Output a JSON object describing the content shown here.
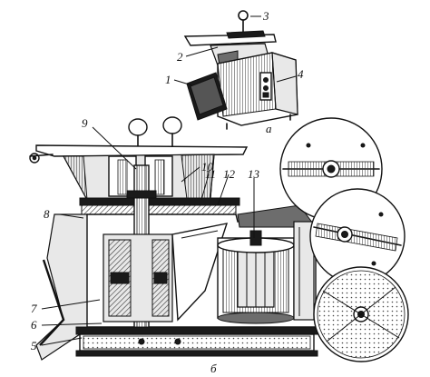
{
  "labels": {
    "n1": "1",
    "n2": "2",
    "n3": "3",
    "n4": "4",
    "n5": "5",
    "n6": "6",
    "n7": "7",
    "n8": "8",
    "n9": "9",
    "n10": "10",
    "n11": "11",
    "n12": "12",
    "n13": "13",
    "view_a": "а",
    "view_b": "б"
  },
  "colors": {
    "ink": "#111111",
    "background": "#ffffff",
    "hatch": "#6d6d6d"
  }
}
